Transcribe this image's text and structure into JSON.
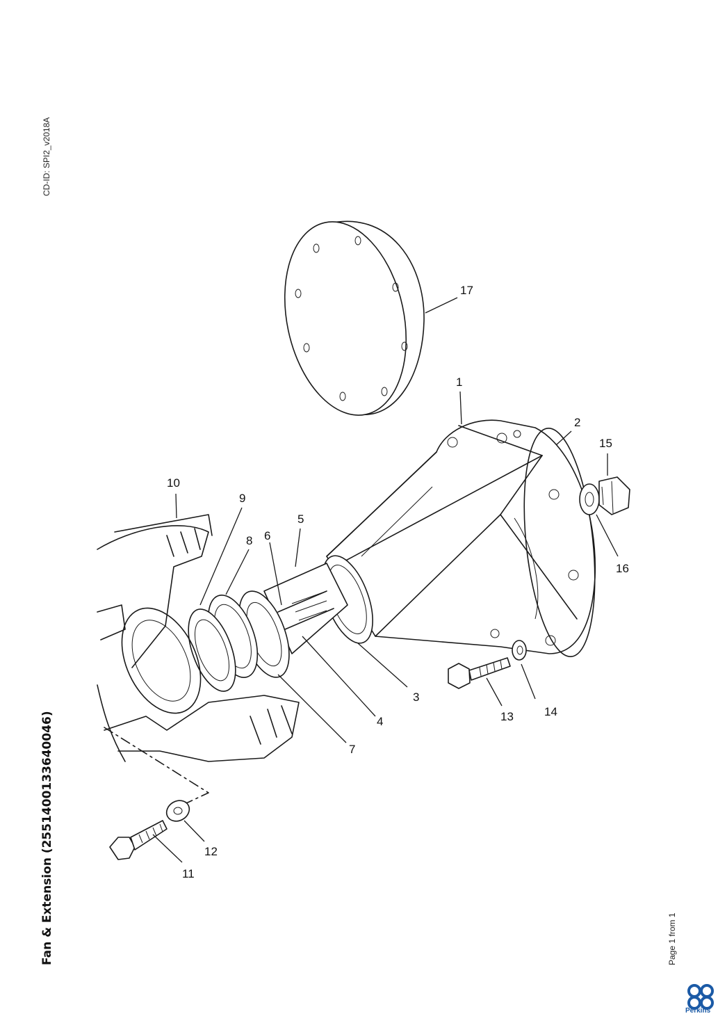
{
  "header": {
    "title": "Fan & Extension (2551400133640046)",
    "cd_id": "CD-ID: SPI2_v2018A"
  },
  "footer": {
    "page_info": "Page 1 from 1",
    "brand": "Perkins"
  },
  "callouts": [
    "1",
    "2",
    "3",
    "4",
    "5",
    "6",
    "7",
    "8",
    "9",
    "10",
    "11",
    "12",
    "13",
    "14",
    "15",
    "16",
    "17"
  ],
  "colors": {
    "brand": "#1b5aa6",
    "line": "#1a1a1a"
  }
}
